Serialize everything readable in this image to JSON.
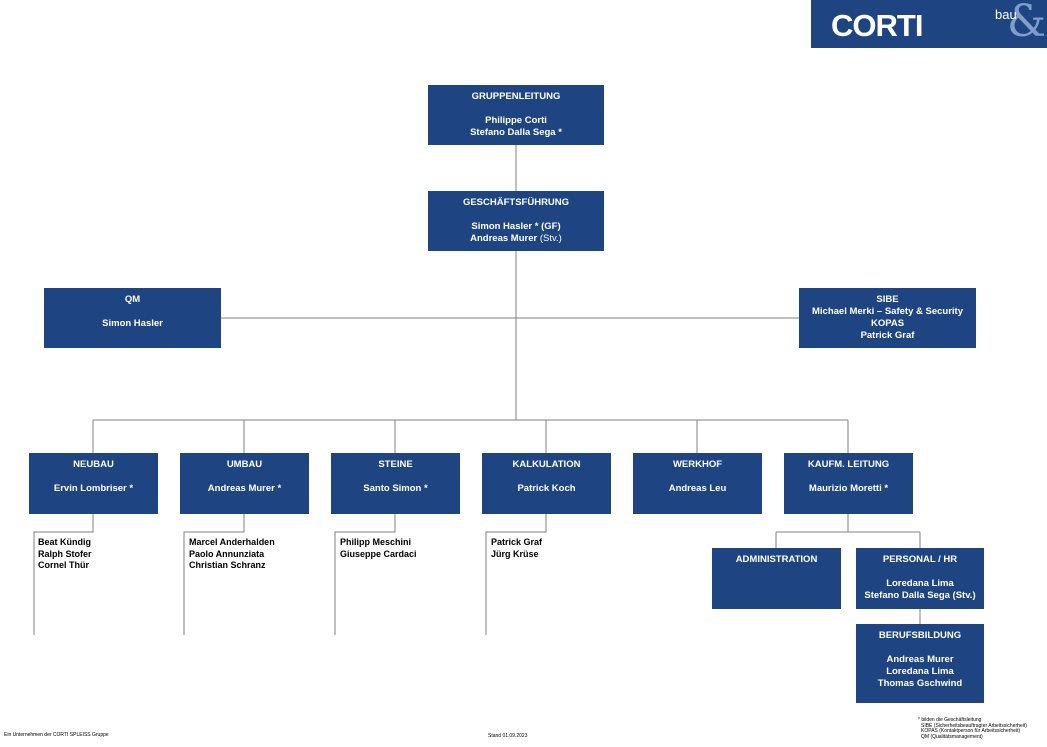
{
  "logo": {
    "word": "CORTI",
    "suffix": "bau",
    "amp": "&"
  },
  "gruppenleitung": {
    "title": "GRUPPENLEITUNG",
    "lines": [
      "Philippe Corti",
      "Stefano Dalla Sega *"
    ]
  },
  "geschaeftsfuehrung": {
    "title": "GESCHÄFTSFÜHRUNG",
    "line1": "Simon Hasler * (GF)",
    "line2_name": "Andreas Murer",
    "line2_suffix": " (Stv.)"
  },
  "qm": {
    "title": "QM",
    "line1": "Simon Hasler"
  },
  "sibe": {
    "title": "SIBE",
    "lines": [
      "Michael Merki – Safety & Security",
      "KOPAS",
      "Patrick Graf"
    ]
  },
  "departments": [
    {
      "title": "NEUBAU",
      "lead": "Ervin Lombriser *",
      "staff": [
        "Beat Kündig",
        "Ralph Stofer",
        "Cornel Thür"
      ]
    },
    {
      "title": "UMBAU",
      "lead": "Andreas Murer *",
      "staff": [
        "Marcel Anderhalden",
        "Paolo Annunziata",
        "Christian Schranz"
      ]
    },
    {
      "title": "STEINE",
      "lead": "Santo Simon *",
      "staff": [
        "Philipp Meschini",
        "Giuseppe Cardaci"
      ]
    },
    {
      "title": "KALKULATION",
      "lead": "Patrick Koch",
      "staff": [
        "Patrick Graf",
        "Jürg Krüse"
      ]
    },
    {
      "title": "WERKHOF",
      "lead": "Andreas Leu",
      "staff": []
    },
    {
      "title": "KAUFM. LEITUNG",
      "lead": "Maurizio Moretti *",
      "staff": []
    }
  ],
  "administration": {
    "title": "ADMINISTRATION"
  },
  "personal": {
    "title": "PERSONAL / HR",
    "lines": [
      "Loredana Lima",
      "Stefano Dalla Sega (Stv.)"
    ]
  },
  "berufsbildung": {
    "title": "BERUFSBILDUNG",
    "lines": [
      "Andreas Murer",
      "Loredana Lima",
      "Thomas Gschwind"
    ]
  },
  "footer": {
    "left": "Ein Unternehmen der CORTI SPLEISS Gruppe",
    "center": "Stand 01.09.2023",
    "notes": [
      "* bilden die Geschäftsleitung",
      "SIBE (Sicherheitsbeauftragter Arbeitssicherheit)",
      "KOPAS (Kontaktperson für Arbeitssicherheit)",
      "QM (Qualitätsmanagement)"
    ]
  },
  "colors": {
    "box": "#1e4582",
    "line": "#808080",
    "logo_amp": "#7f9ec8"
  }
}
